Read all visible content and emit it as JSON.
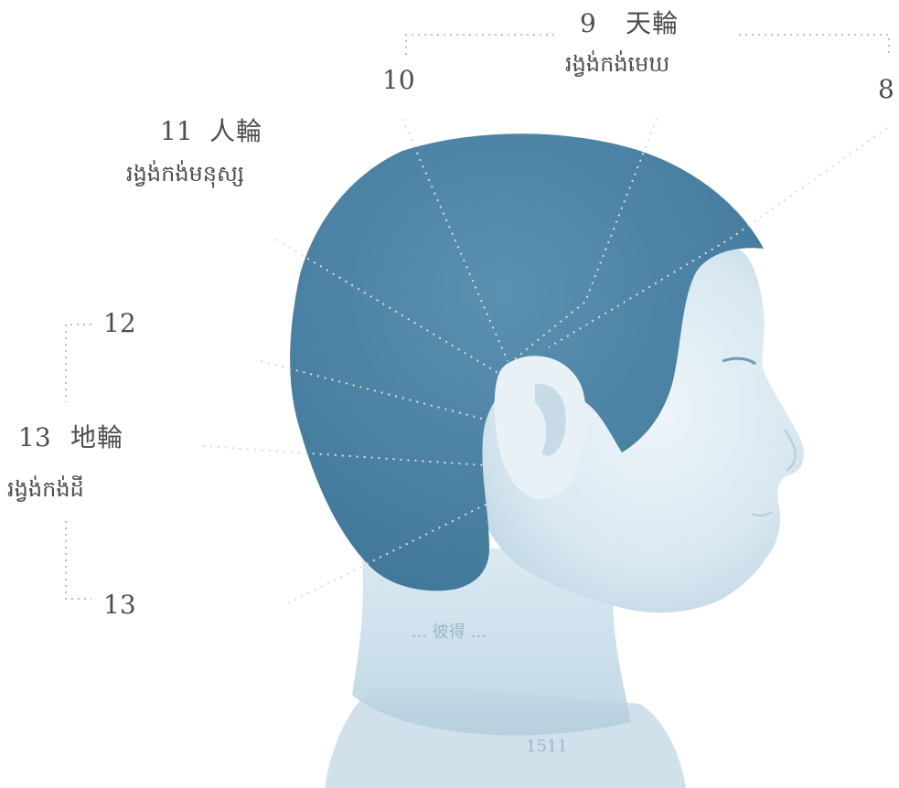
{
  "labels": {
    "l9_num": "9",
    "l9_cjk": "天輪",
    "l9_khmer": "រង្វង់កង់មេឃ",
    "l10_num": "10",
    "l8_num": "8",
    "l11_num": "11",
    "l11_cjk": "人輪",
    "l11_khmer": "រង្វង់កង់មនុស្ស",
    "l12_num": "12",
    "l13a_num": "13",
    "l13a_cjk": "地輪",
    "l13a_khmer": "រង្វង់កង់ដី",
    "l13b_num": "13"
  },
  "watermark": {
    "top": "... 彼得 ...",
    "bottom": "1511"
  },
  "colors": {
    "hair": "#4f87a8",
    "skin": "#dceaf2",
    "skin_shade": "#c4dbe8",
    "ear": "#e6eff5",
    "dotted_line": "#b9b9b9",
    "text": "#4d4d4d"
  }
}
